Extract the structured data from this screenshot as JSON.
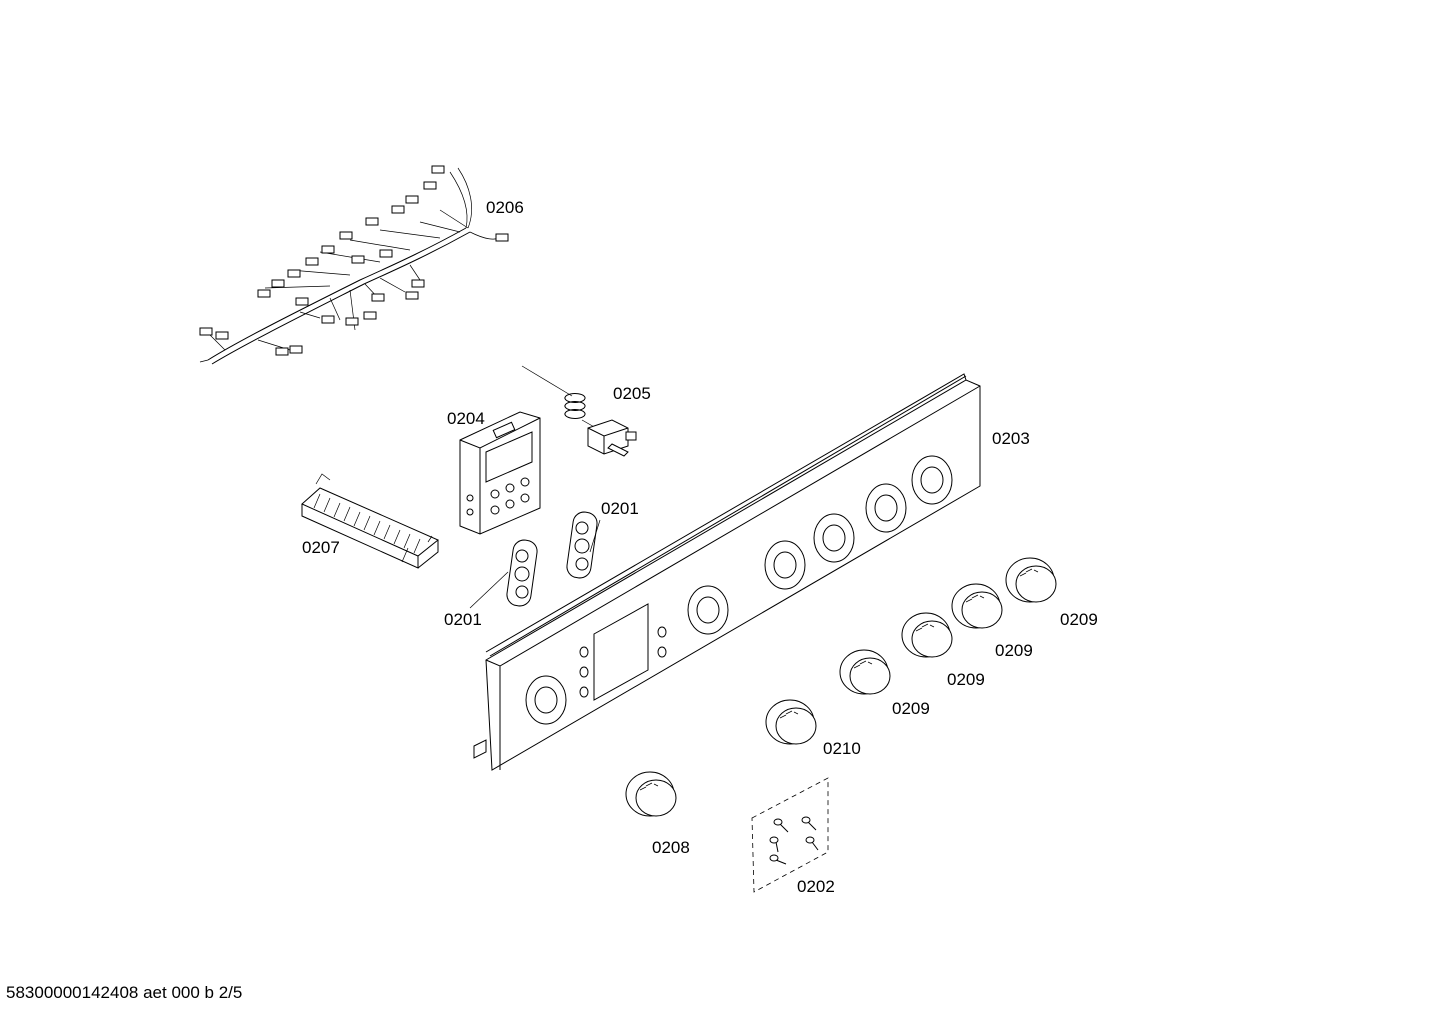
{
  "labels": {
    "p0201a": "0201",
    "p0201b": "0201",
    "p0202": "0202",
    "p0203": "0203",
    "p0204": "0204",
    "p0205": "0205",
    "p0206": "0206",
    "p0207": "0207",
    "p0208": "0208",
    "p0209a": "0209",
    "p0209b": "0209",
    "p0209c": "0209",
    "p0209d": "0209",
    "p0210": "0210"
  },
  "footer": "58300000142408 aet 000 b 2/5"
}
